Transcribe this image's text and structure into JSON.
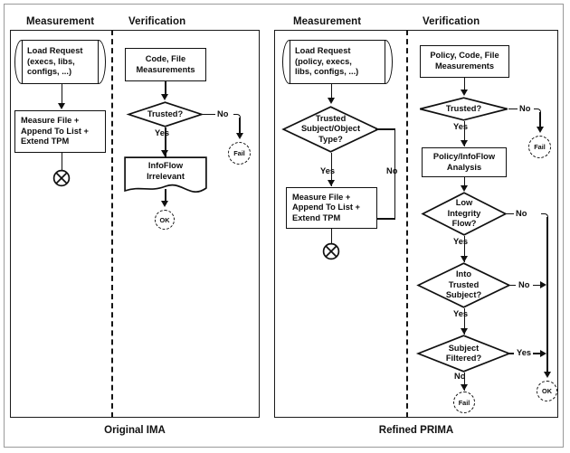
{
  "figure": {
    "title": "IMA vs PRIMA measurement and verification flowcharts",
    "panels": [
      {
        "id": "original-ima",
        "caption": "Original IMA",
        "columns": [
          {
            "id": "measurement",
            "header": "Measurement"
          },
          {
            "id": "verification",
            "header": "Verification"
          }
        ],
        "nodes": [
          {
            "id": "ima-load-request",
            "shape": "cylinder",
            "text": "Load Request\n(execs, libs,\nconfigs, ...)"
          },
          {
            "id": "ima-measure-file",
            "shape": "rect",
            "text": "Measure File +\nAppend To List +\nExtend TPM"
          },
          {
            "id": "ima-measure-join",
            "shape": "circled-x",
            "text": ""
          },
          {
            "id": "ima-code-file-measurements",
            "shape": "rect",
            "text": "Code, File\nMeasurements"
          },
          {
            "id": "ima-trusted",
            "shape": "diamond",
            "text": "Trusted?"
          },
          {
            "id": "ima-infoflow-irrelevant",
            "shape": "document",
            "text": "InfoFlow\nIrrelevant"
          },
          {
            "id": "ima-fail",
            "shape": "terminator",
            "text": "Fail"
          },
          {
            "id": "ima-ok",
            "shape": "terminator",
            "text": "OK"
          }
        ],
        "edge_labels": [
          {
            "id": "ima-trusted-no",
            "text": "No"
          },
          {
            "id": "ima-trusted-yes",
            "text": "Yes"
          }
        ]
      },
      {
        "id": "refined-prima",
        "caption": "Refined PRIMA",
        "columns": [
          {
            "id": "measurement",
            "header": "Measurement"
          },
          {
            "id": "verification",
            "header": "Verification"
          }
        ],
        "nodes": [
          {
            "id": "prima-load-request",
            "shape": "cylinder",
            "text": "Load Request\n(policy, execs,\nlibs, configs, ...)"
          },
          {
            "id": "prima-trusted-subject-object-type",
            "shape": "diamond",
            "text": "Trusted\nSubject/Object\nType?"
          },
          {
            "id": "prima-measure-file",
            "shape": "rect",
            "text": "Measure File +\nAppend To List +\nExtend TPM"
          },
          {
            "id": "prima-measure-join",
            "shape": "circled-x",
            "text": ""
          },
          {
            "id": "prima-policy-code-file-measurements",
            "shape": "rect",
            "text": "Policy, Code, File\nMeasurements"
          },
          {
            "id": "prima-trusted",
            "shape": "diamond",
            "text": "Trusted?"
          },
          {
            "id": "prima-policy-infoflow-analysis",
            "shape": "rect",
            "text": "Policy/InfoFlow\nAnalysis"
          },
          {
            "id": "prima-low-integrity-flow",
            "shape": "diamond",
            "text": "Low\nIntegrity\nFlow?"
          },
          {
            "id": "prima-into-trusted-subject",
            "shape": "diamond",
            "text": "Into\nTrusted\nSubject?"
          },
          {
            "id": "prima-subject-filtered",
            "shape": "diamond",
            "text": "Subject\nFiltered?"
          },
          {
            "id": "prima-fail",
            "shape": "terminator",
            "text": "Fail"
          },
          {
            "id": "prima-ok",
            "shape": "terminator",
            "text": "OK"
          }
        ],
        "edge_labels": [
          {
            "id": "prima-tso-yes",
            "text": "Yes"
          },
          {
            "id": "prima-tso-no",
            "text": "No"
          },
          {
            "id": "prima-trusted-no",
            "text": "No"
          },
          {
            "id": "prima-trusted-yes",
            "text": "Yes"
          },
          {
            "id": "prima-lif-no",
            "text": "No"
          },
          {
            "id": "prima-lif-yes",
            "text": "Yes"
          },
          {
            "id": "prima-its-no",
            "text": "No"
          },
          {
            "id": "prima-its-yes",
            "text": "Yes"
          },
          {
            "id": "prima-sf-yes",
            "text": "Yes"
          },
          {
            "id": "prima-sf-no",
            "text": "No"
          }
        ]
      }
    ]
  },
  "text": {
    "measurement": "Measurement",
    "verification": "Verification",
    "original_ima": "Original IMA",
    "refined_prima": "Refined PRIMA",
    "load_request_ima": "Load Request\n(execs, libs,\nconfigs, ...)",
    "load_request_ima_l1": "Load Request",
    "load_request_ima_l2": "(execs, libs,",
    "load_request_ima_l3": "configs, ...)",
    "measure_file_l1": "Measure File +",
    "measure_file_l2": "Append To List +",
    "measure_file_l3": "Extend TPM",
    "code_file_l1": "Code, File",
    "code_file_l2": "Measurements",
    "trusted_q": "Trusted?",
    "infoflow_l1": "InfoFlow",
    "infoflow_l2": "Irrelevant",
    "fail": "Fail",
    "ok": "OK",
    "yes": "Yes",
    "no": "No",
    "load_request_prima_l1": "Load Request",
    "load_request_prima_l2": "(policy, execs,",
    "load_request_prima_l3": "libs, configs, ...)",
    "tso_l1": "Trusted",
    "tso_l2": "Subject/Object",
    "tso_l3": "Type?",
    "policy_code_file_l1": "Policy, Code, File",
    "policy_code_file_l2": "Measurements",
    "policy_analysis_l1": "Policy/InfoFlow",
    "policy_analysis_l2": "Analysis",
    "lif_l1": "Low",
    "lif_l2": "Integrity",
    "lif_l3": "Flow?",
    "its_l1": "Into",
    "its_l2": "Trusted",
    "its_l3": "Subject?",
    "sf_l1": "Subject",
    "sf_l2": "Filtered?"
  },
  "colors": {
    "ink": "#101010",
    "frame": "#9a9a9a",
    "background": "#ffffff"
  }
}
